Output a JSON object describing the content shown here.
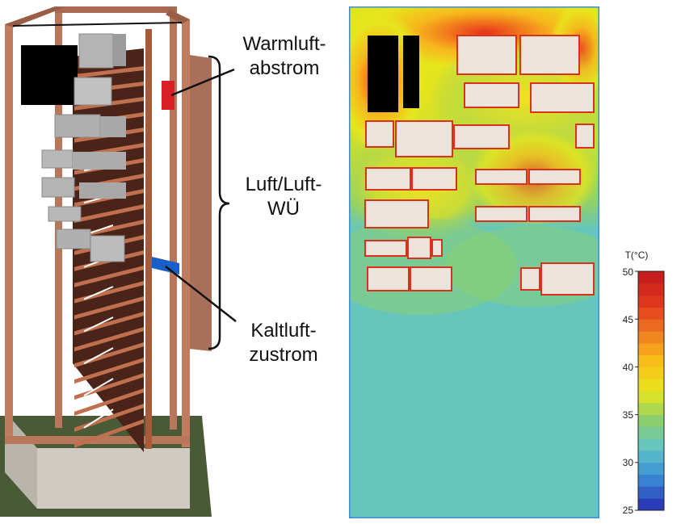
{
  "annotations": {
    "warm_air_line1": "Warmluft-",
    "warm_air_line2": "abstrom",
    "hx_line1": "Luft/Luft-",
    "hx_line2": "WÜ",
    "cold_air_line1": "Kaltluft-",
    "cold_air_line2": "zustrom"
  },
  "colorbar": {
    "title": "T(°C)",
    "ticks": [
      "50",
      "45",
      "40",
      "35",
      "30",
      "25"
    ],
    "min": 25,
    "max": 50,
    "colors": [
      "#2a3cb8",
      "#3a8fd8",
      "#62c6c6",
      "#8ed06a",
      "#e8e61a",
      "#f8c018",
      "#f08020",
      "#e23a1c",
      "#c81e1e"
    ]
  },
  "colors": {
    "cabinet_frame": "#b8765a",
    "cabinet_frame_dark": "#8a4e36",
    "floor": "#4a5a36",
    "plinth": "#cfcac2",
    "warm_outlet": "#d81f26",
    "cold_inlet": "#1a5fc8",
    "thermal_background": "#66c6bc",
    "component_fill": "#ece3da",
    "hot_edge": "#d8321e"
  }
}
